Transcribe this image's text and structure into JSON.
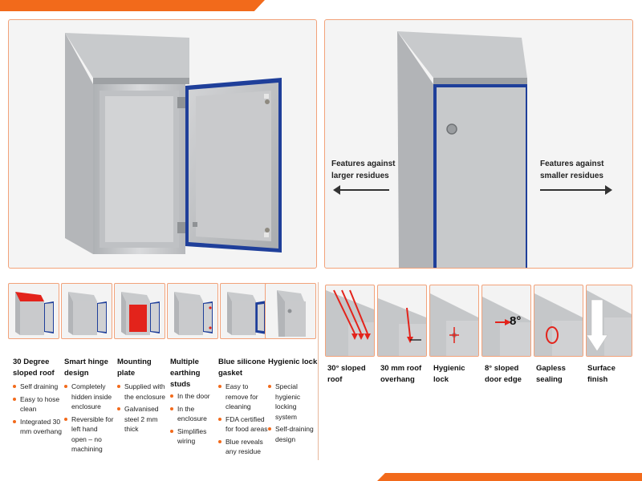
{
  "hero": {
    "left_label": "Features against larger residues",
    "right_label": "Features against smaller residues"
  },
  "features": [
    {
      "title": "30 Degree sloped roof",
      "bullets": [
        "Self draining",
        "Easy to hose clean",
        "Integrated 30 mm overhang"
      ]
    },
    {
      "title": "Smart hinge design",
      "bullets": [
        "Completely hidden inside enclosure",
        "Reversible for left hand open – no machining"
      ]
    },
    {
      "title": "Mounting plate",
      "bullets": [
        "Supplied with the enclosure",
        "Galvanised steel 2 mm thick"
      ]
    },
    {
      "title": "Multiple earthing studs",
      "bullets": [
        "In the door",
        "In the enclosure",
        "Simplifies wiring"
      ]
    },
    {
      "title": "Blue silicone gasket",
      "bullets": [
        "Easy to remove for cleaning",
        "FDA certified for food areas",
        "Blue reveals any residue"
      ]
    },
    {
      "title": "Hygienic lock",
      "bullets": [
        "Special hygienic locking system",
        "Self-draining design"
      ]
    }
  ],
  "small_features": [
    {
      "title": "30° sloped roof"
    },
    {
      "title": "30 mm roof overhang"
    },
    {
      "title": "Hygienic lock"
    },
    {
      "title": "8° sloped door edge",
      "badge": "8°"
    },
    {
      "title": "Gapless sealing"
    },
    {
      "title": "Surface finish"
    }
  ],
  "colors": {
    "accent": "#f26a1b",
    "gasket": "#1f3f9a",
    "highlight": "#e3231b",
    "steel": "#c9cbcd"
  }
}
